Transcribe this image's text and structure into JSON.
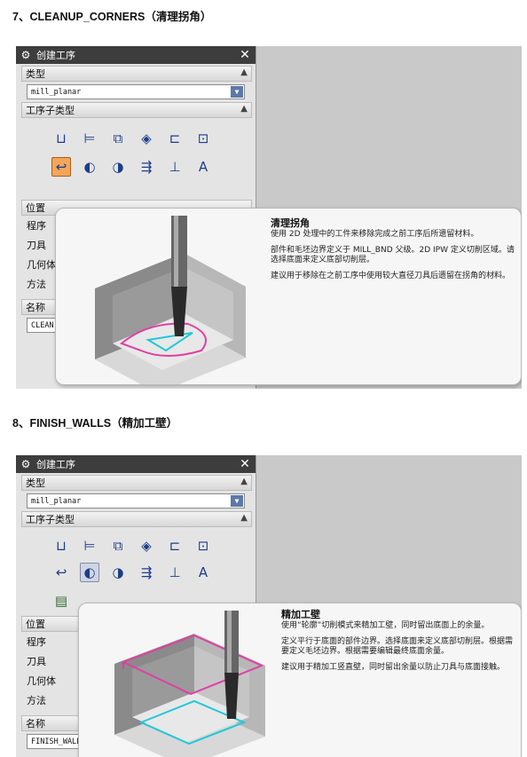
{
  "sections": [
    {
      "heading": "7、CLEANUP_CORNERS（清理拐角）",
      "dialog": {
        "title": "创建工序",
        "type_label": "类型",
        "type_value": "mill_planar",
        "subtype_label": "工序子类型",
        "location_label": "位置",
        "location_items": [
          "程序",
          "刀具",
          "几何体",
          "方法"
        ],
        "name_label": "名称",
        "name_value": "CLEAN"
      },
      "tooltip": {
        "title": "清理拐角",
        "paragraphs": [
          "使用 2D 处理中的工件来移除完成之前工序后所遗留材料。",
          "部件和毛坯边界定义于 MILL_BND 父级。2D IPW 定义切削区域。请选择底面来定义底部切削层。",
          "建议用于移除在之前工序中使用较大直径刀具后遗留在拐角的材料。"
        ]
      }
    },
    {
      "heading": "8、FINISH_WALLS（精加工壁）",
      "dialog": {
        "title": "创建工序",
        "type_label": "类型",
        "type_value": "mill_planar",
        "subtype_label": "工序子类型",
        "location_label": "位置",
        "location_items": [
          "程序",
          "刀具",
          "几何体",
          "方法"
        ],
        "name_label": "名称",
        "name_value": "FINISH_WALL"
      },
      "tooltip": {
        "title": "精加工壁",
        "paragraphs": [
          "使用“轮廓”切削模式来精加工壁，同时留出底面上的余量。",
          "定义平行于底面的部件边界。选择底面来定义底部切削层。根据需要定义毛坯边界。根据需要编辑最终底面余量。",
          "建议用于精加工竖直壁，同时留出余量以防止刀具与底面接触。"
        ]
      }
    }
  ],
  "colors": {
    "titlebar": "#3d3d3d",
    "selected_icon": "#f3a55a",
    "combo_arrow": "#5b79a8",
    "toolpath_pink": "#e040a0",
    "toolpath_cyan": "#20c8d8"
  }
}
